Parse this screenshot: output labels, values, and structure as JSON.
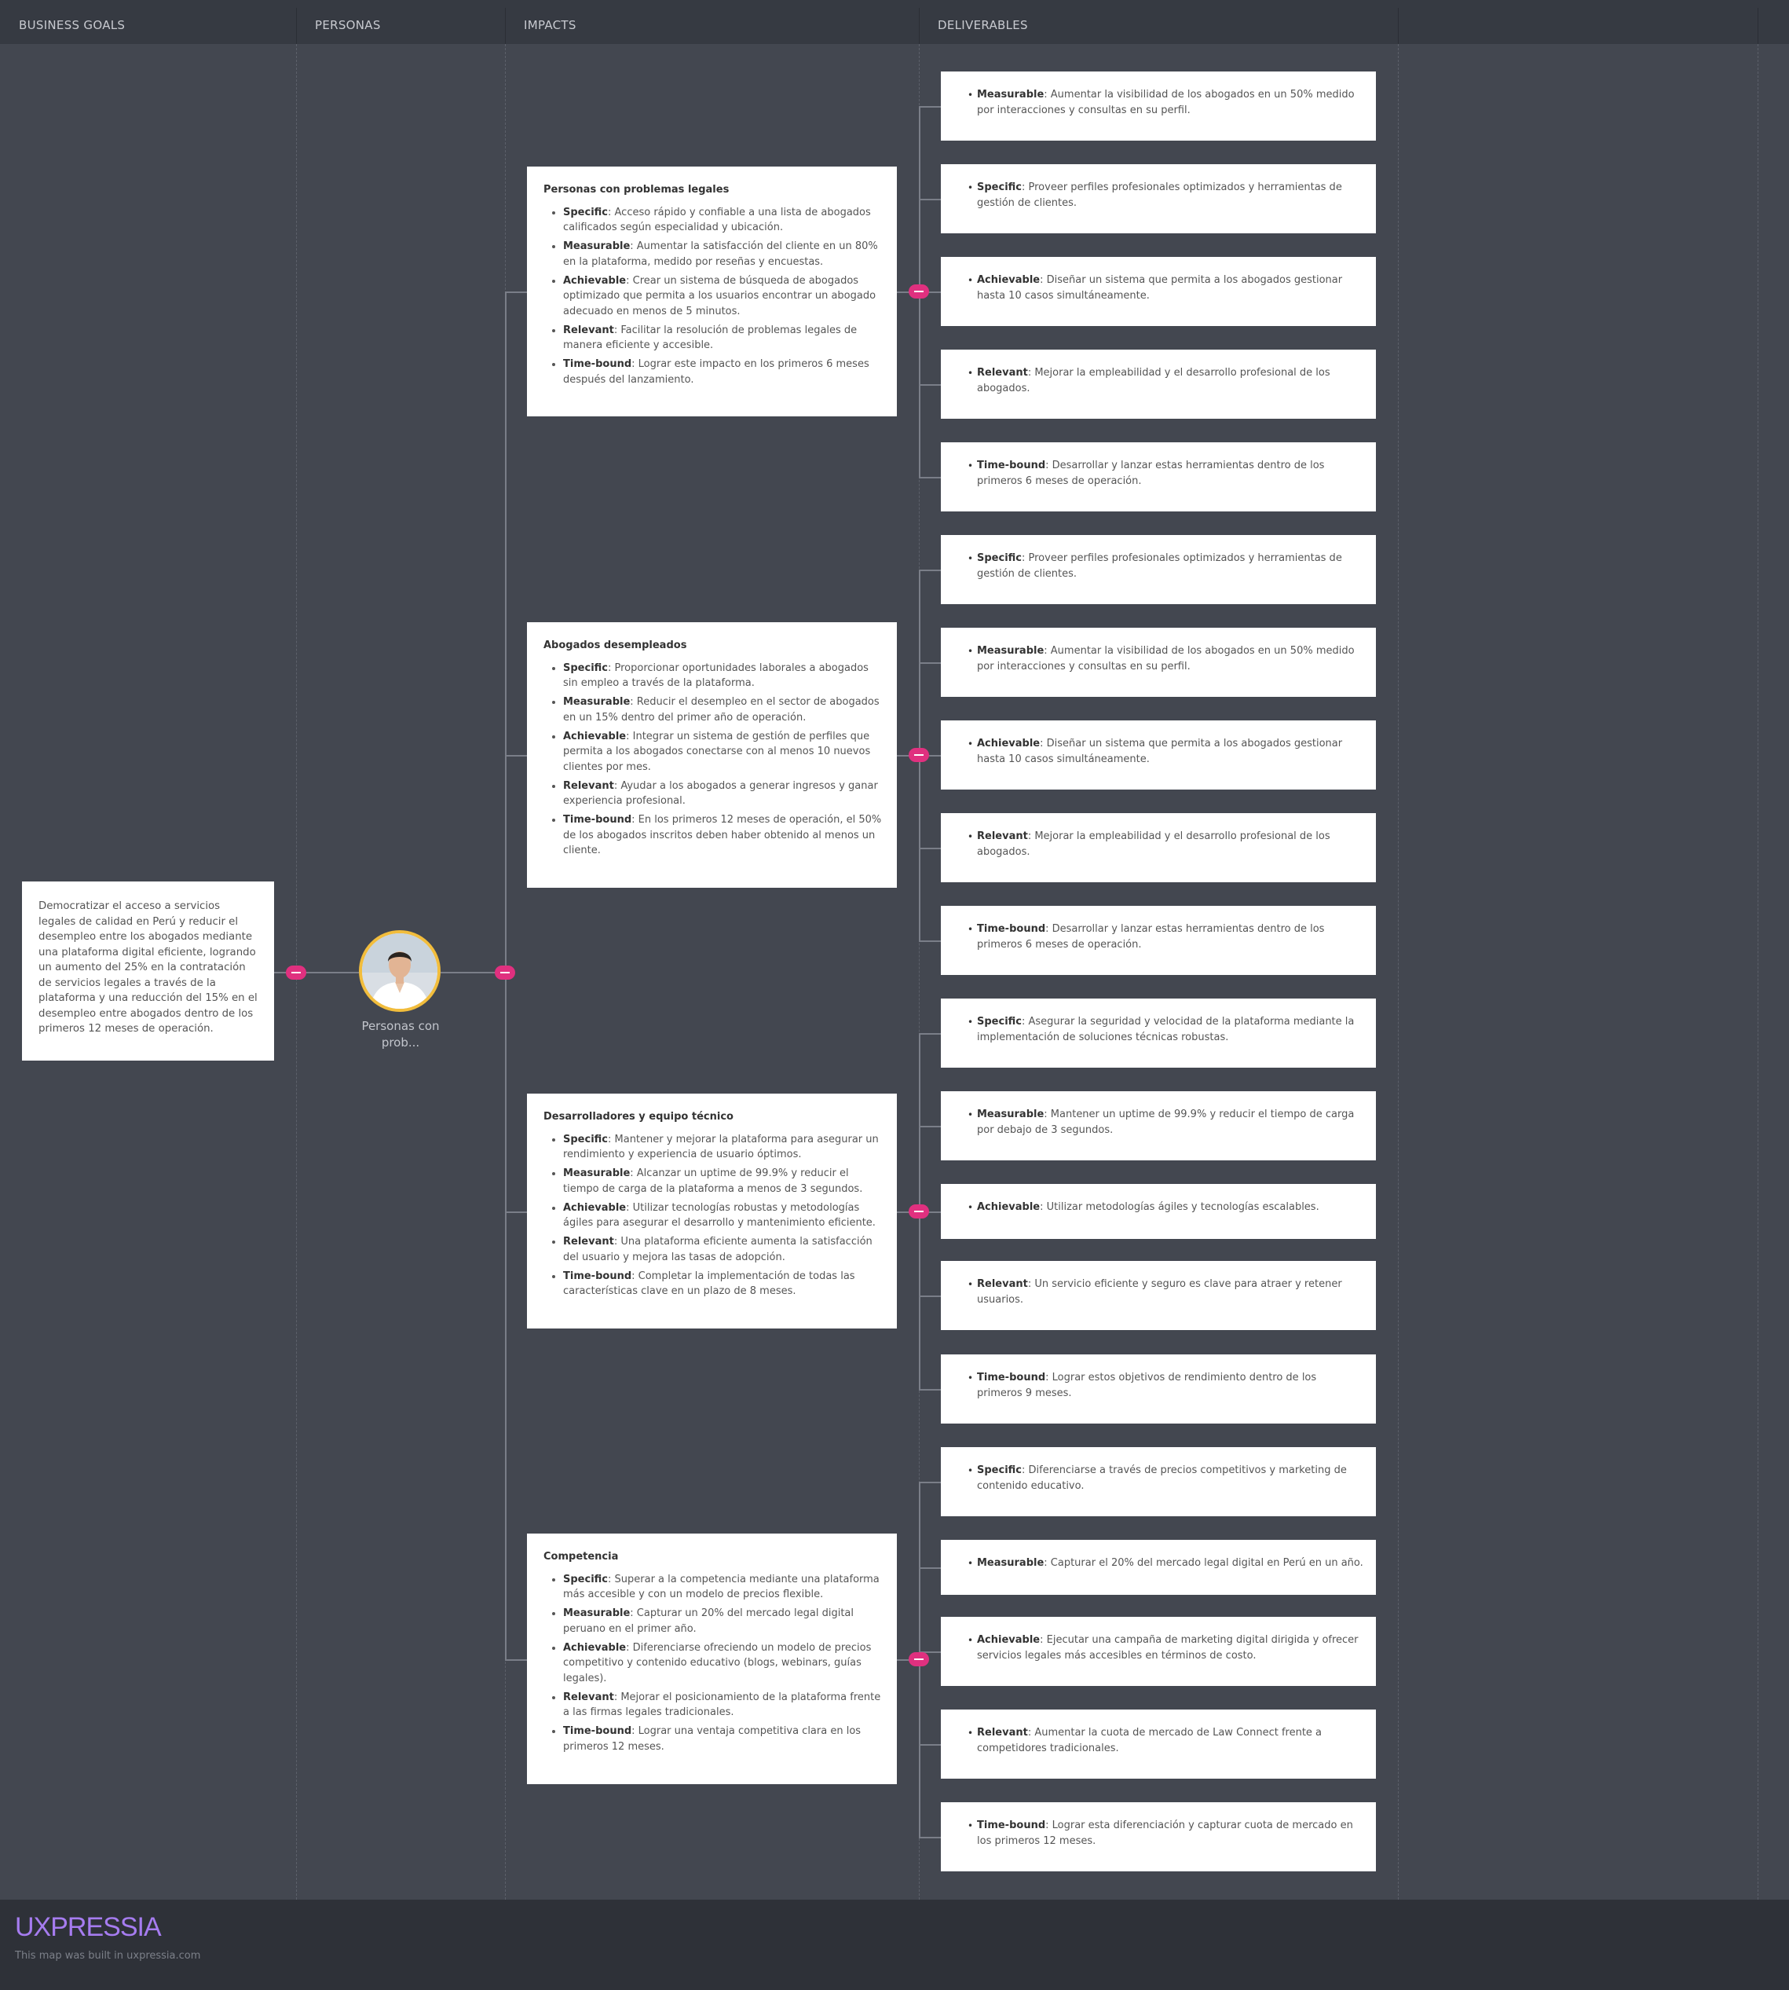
{
  "columns": {
    "business_goals": "BUSINESS GOALS",
    "personas": "PERSONAS",
    "impacts": "IMPACTS",
    "deliverables": "DELIVERABLES"
  },
  "goal": {
    "text": "Democratizar el acceso a servicios legales de calidad en Perú y reducir el desempleo entre los abogados mediante una plataforma digital eficiente, logrando un aumento del 25% en la contratación de servicios legales a través de la plataforma y una reducción del 15% en el desempleo entre abogados dentro de los primeros 12 meses de operación."
  },
  "persona": {
    "label_line1": "Personas con",
    "label_line2": "prob..."
  },
  "impacts": [
    {
      "title": "Personas con problemas legales",
      "items": [
        {
          "k": "Specific",
          "v": ": Acceso rápido y confiable a una lista de abogados calificados según especialidad y ubicación."
        },
        {
          "k": "Measurable",
          "v": ": Aumentar la satisfacción del cliente en un 80% en la plataforma, medido por reseñas y encuestas."
        },
        {
          "k": "Achievable",
          "v": ": Crear un sistema de búsqueda de abogados optimizado que permita a los usuarios encontrar un abogado adecuado en menos de 5 minutos."
        },
        {
          "k": "Relevant",
          "v": ": Facilitar la resolución de problemas legales de manera eficiente y accesible."
        },
        {
          "k": "Time-bound",
          "v": ": Lograr este impacto en los primeros 6 meses después del lanzamiento."
        }
      ]
    },
    {
      "title": "Abogados desempleados",
      "items": [
        {
          "k": "Specific",
          "v": ": Proporcionar oportunidades laborales a abogados sin empleo a través de la plataforma."
        },
        {
          "k": "Measurable",
          "v": ": Reducir el desempleo en el sector de abogados en un 15% dentro del primer año de operación."
        },
        {
          "k": "Achievable",
          "v": ": Integrar un sistema de gestión de perfiles que permita a los abogados conectarse con al menos 10 nuevos clientes por mes."
        },
        {
          "k": "Relevant",
          "v": ": Ayudar a los abogados a generar ingresos y ganar experiencia profesional."
        },
        {
          "k": "Time-bound",
          "v": ": En los primeros 12 meses de operación, el 50% de los abogados inscritos deben haber obtenido al menos un cliente."
        }
      ]
    },
    {
      "title": "Desarrolladores y equipo técnico",
      "items": [
        {
          "k": "Specific",
          "v": ": Mantener y mejorar la plataforma para asegurar un rendimiento y experiencia de usuario óptimos."
        },
        {
          "k": "Measurable",
          "v": ": Alcanzar un uptime de 99.9% y reducir el tiempo de carga de la plataforma a menos de 3 segundos."
        },
        {
          "k": "Achievable",
          "v": ": Utilizar tecnologías robustas y metodologías ágiles para asegurar el desarrollo y mantenimiento eficiente."
        },
        {
          "k": "Relevant",
          "v": ": Una plataforma eficiente aumenta la satisfacción del usuario y mejora las tasas de adopción."
        },
        {
          "k": "Time-bound",
          "v": ": Completar la implementación de todas las características clave en un plazo de 8 meses."
        }
      ]
    },
    {
      "title": "Competencia",
      "items": [
        {
          "k": "Specific",
          "v": ": Superar a la competencia mediante una plataforma más accesible y con un modelo de precios flexible."
        },
        {
          "k": "Measurable",
          "v": ": Capturar un 20% del mercado legal digital peruano en el primer año."
        },
        {
          "k": "Achievable",
          "v": ": Diferenciarse ofreciendo un modelo de precios competitivo y contenido educativo (blogs, webinars, guías legales)."
        },
        {
          "k": "Relevant",
          "v": ": Mejorar el posicionamiento de la plataforma frente a las firmas legales tradicionales."
        },
        {
          "k": "Time-bound",
          "v": ": Lograr una ventaja competitiva clara en los primeros 12 meses."
        }
      ]
    }
  ],
  "deliverables": [
    {
      "k": "Measurable",
      "v": ": Aumentar la visibilidad de los abogados en un 50% medido por interacciones y consultas en su perfil."
    },
    {
      "k": "Specific",
      "v": ": Proveer perfiles profesionales optimizados y herramientas de gestión de clientes."
    },
    {
      "k": "Achievable",
      "v": ": Diseñar un sistema que permita a los abogados gestionar hasta 10 casos simultáneamente."
    },
    {
      "k": "Relevant",
      "v": ": Mejorar la empleabilidad y el desarrollo profesional de los abogados."
    },
    {
      "k": "Time-bound",
      "v": ": Desarrollar y lanzar estas herramientas dentro de los primeros 6 meses de operación."
    },
    {
      "k": "Specific",
      "v": ": Proveer perfiles profesionales optimizados y herramientas de gestión de clientes."
    },
    {
      "k": "Measurable",
      "v": ": Aumentar la visibilidad de los abogados en un 50% medido por interacciones y consultas en su perfil."
    },
    {
      "k": "Achievable",
      "v": ": Diseñar un sistema que permita a los abogados gestionar hasta 10 casos simultáneamente."
    },
    {
      "k": "Relevant",
      "v": ": Mejorar la empleabilidad y el desarrollo profesional de los abogados."
    },
    {
      "k": "Time-bound",
      "v": ": Desarrollar y lanzar estas herramientas dentro de los primeros 6 meses de operación."
    },
    {
      "k": "Specific",
      "v": ": Asegurar la seguridad y velocidad de la plataforma mediante la implementación de soluciones técnicas robustas."
    },
    {
      "k": "Measurable",
      "v": ": Mantener un uptime de 99.9% y reducir el tiempo de carga por debajo de 3 segundos."
    },
    {
      "k": "Achievable",
      "v": ": Utilizar metodologías ágiles y tecnologías escalables."
    },
    {
      "k": "Relevant",
      "v": ": Un servicio eficiente y seguro es clave para atraer y retener usuarios."
    },
    {
      "k": "Time-bound",
      "v": ": Lograr estos objetivos de rendimiento dentro de los primeros 9 meses."
    },
    {
      "k": "Specific",
      "v": ": Diferenciarse a través de precios competitivos y marketing de contenido educativo."
    },
    {
      "k": "Measurable",
      "v": ": Capturar el 20% del mercado legal digital en Perú en un año."
    },
    {
      "k": "Achievable",
      "v": ": Ejecutar una campaña de marketing digital dirigida y ofrecer servicios legales más accesibles en términos de costo."
    },
    {
      "k": "Relevant",
      "v": ": Aumentar la cuota de mercado de Law Connect frente a competidores tradicionales."
    },
    {
      "k": "Time-bound",
      "v": ": Lograr esta diferenciación y capturar cuota de mercado en los primeros 12 meses."
    }
  ],
  "footer": {
    "logo": "UXPRESSIA",
    "note": "This map was built in uxpressia.com"
  },
  "colors": {
    "background": "#434750",
    "header": "#363a42",
    "collapse_dot": "#e0307f",
    "avatar_ring": "#f2bd3c",
    "logo": "#a67cf0"
  },
  "icons": {
    "collapse": "minus-circle-icon"
  }
}
